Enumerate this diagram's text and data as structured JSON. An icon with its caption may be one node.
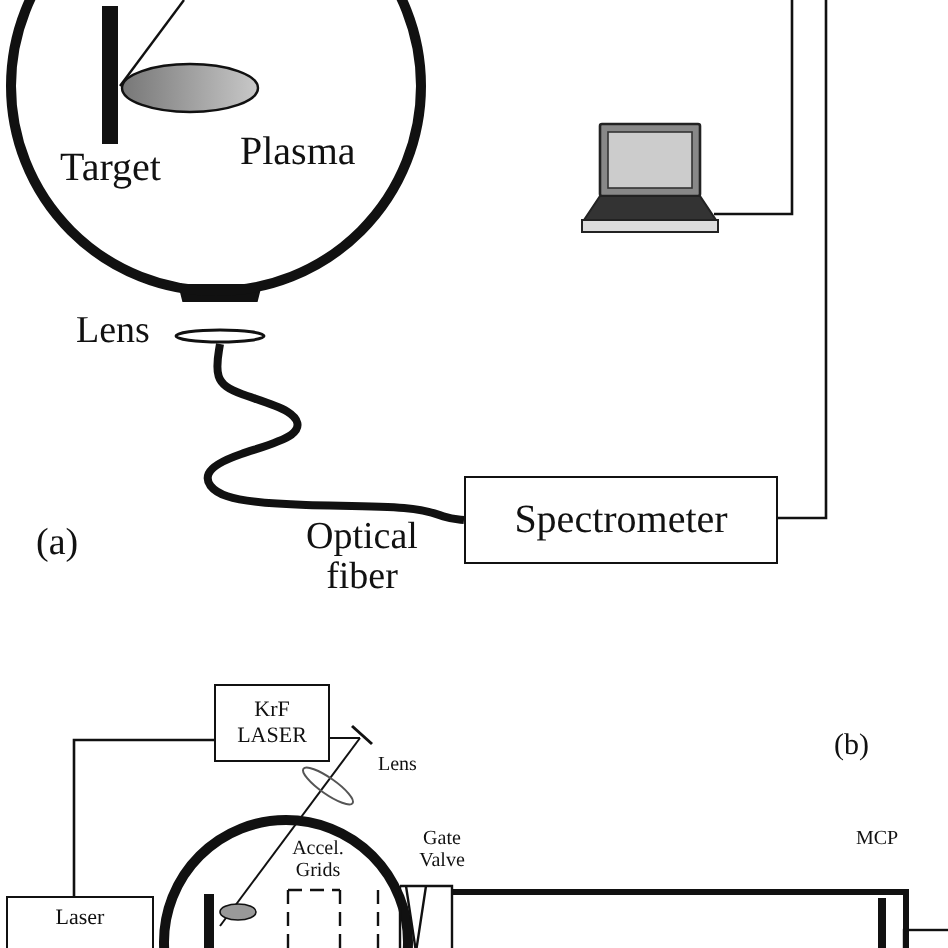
{
  "diagram": {
    "nodes": [
      {
        "text": [],
        "shape": "circle"
      },
      {
        "text": [],
        "shape": "ellipse"
      },
      {
        "text": [
          "Spectrometer"
        ]
      },
      {
        "text": [],
        "shape": "picture"
      },
      {
        "text": [
          "KrF LASER"
        ]
      },
      {
        "text": [
          "Laser"
        ]
      }
    ],
    "edges": [
      {
        "from": 1,
        "to": 2,
        "arrow": "none",
        "style": "thick"
      },
      {
        "from": 2,
        "to": null,
        "arrow": "none"
      },
      {
        "from": 3,
        "to": null,
        "arrow": "none"
      },
      {
        "from": 5,
        "to": 4,
        "arrow": "none"
      }
    ],
    "labels": [
      "Target",
      "Plasma",
      "Lens",
      "Optical fiber",
      "(a)",
      "(b)",
      "Lens",
      "Accel. Grids",
      "Gate Valve",
      "MCP"
    ]
  }
}
